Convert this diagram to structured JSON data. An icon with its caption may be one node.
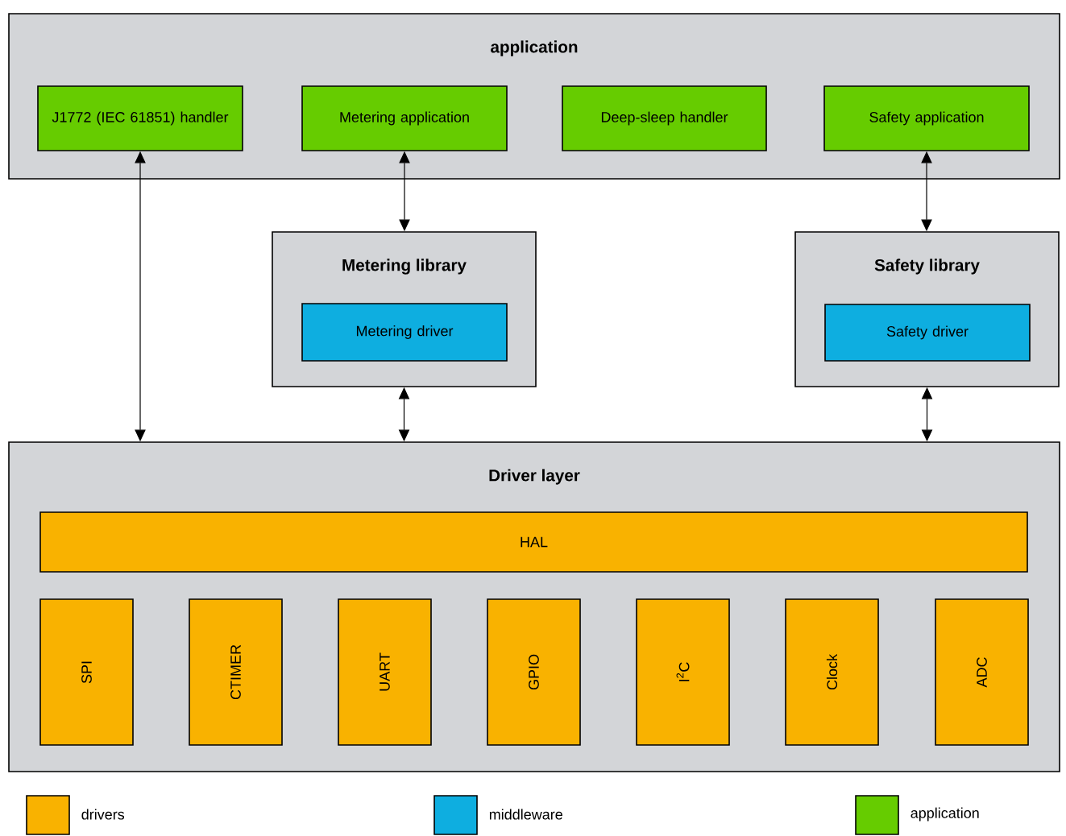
{
  "diagram": {
    "nodes": [
      {
        "text": [
          "application"
        ]
      },
      {
        "text": [
          "J1772 (IEC 61851) handler"
        ],
        "in": 0
      },
      {
        "text": [
          "Metering application"
        ],
        "in": 0
      },
      {
        "text": [
          "Deep-sleep handler"
        ],
        "in": 0
      },
      {
        "text": [
          "Safety application"
        ],
        "in": 0
      },
      {
        "text": [
          "Metering library"
        ]
      },
      {
        "text": [
          "Metering driver"
        ],
        "in": 5
      },
      {
        "text": [
          "Safety library"
        ]
      },
      {
        "text": [
          "Safety driver"
        ],
        "in": 7
      },
      {
        "text": [
          "Driver layer"
        ]
      },
      {
        "text": [
          "HAL"
        ],
        "in": 9
      },
      {
        "text": [
          "SPI"
        ],
        "in": 9
      },
      {
        "text": [
          "CTIMER"
        ],
        "in": 9
      },
      {
        "text": [
          "UART"
        ],
        "in": 9
      },
      {
        "text": [
          "GPIO"
        ],
        "in": 9
      },
      {
        "text": [
          "I$^{2}$C"
        ],
        "in": 9
      },
      {
        "text": [
          "Clock"
        ],
        "in": 9
      },
      {
        "text": [
          "ADC"
        ],
        "in": 9
      }
    ],
    "edges": [
      {
        "from": 1,
        "to": 9,
        "arrow": "both"
      },
      {
        "from": 2,
        "to": 5,
        "arrow": "both"
      },
      {
        "from": 4,
        "to": 7,
        "arrow": "both"
      },
      {
        "from": 5,
        "to": 9,
        "arrow": "both"
      },
      {
        "from": 7,
        "to": 9,
        "arrow": "both"
      }
    ],
    "legend": [
      {
        "text": "drivers",
        "color": "#f9b200"
      },
      {
        "text": "middleware",
        "color": "#0eaee0"
      },
      {
        "text": "application",
        "color": "#66cc00"
      }
    ]
  }
}
